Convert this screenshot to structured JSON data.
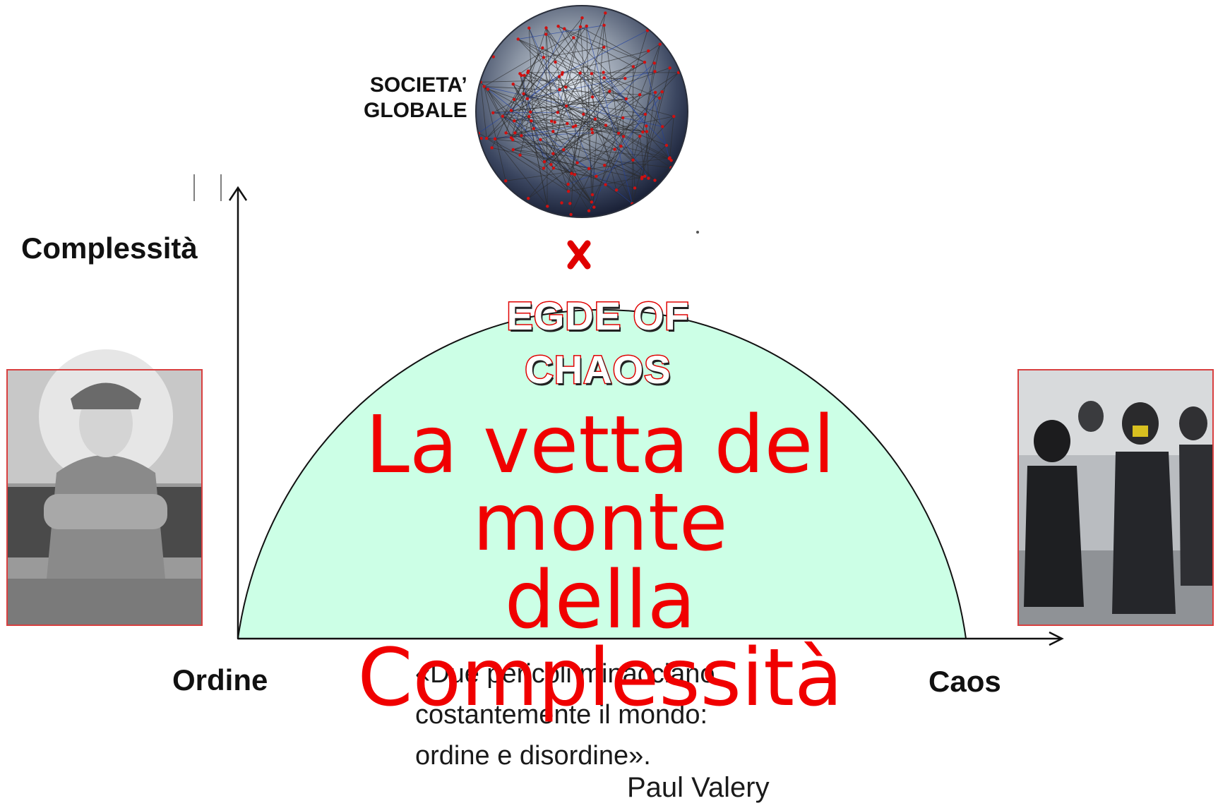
{
  "axes": {
    "y_label": "Complessità",
    "x_left_label": "Ordine",
    "x_right_label": "Caos"
  },
  "globe": {
    "label_line1": "SOCIETA’",
    "label_line2": "GLOBALE"
  },
  "peak": {
    "marker_icon": "x-marker-icon",
    "edge_line1": "EGDE OF",
    "edge_line2": "CHAOS"
  },
  "title": {
    "line1": "La vetta del",
    "line2": "monte",
    "line3": "della",
    "line4": "Complessità"
  },
  "quote": {
    "line1": "«Due  pericoli minacciano",
    "line2": "costantemente  il  mondo:",
    "line3": "ordine e disordine».",
    "author": "Paul Valery"
  },
  "images": {
    "left": "dictator-photo",
    "right": "rioters-photo"
  },
  "colors": {
    "dome_fill": "#ccffe6",
    "title_red": "#f00000",
    "marker_red": "#e00000",
    "frame_red": "#d84040"
  }
}
